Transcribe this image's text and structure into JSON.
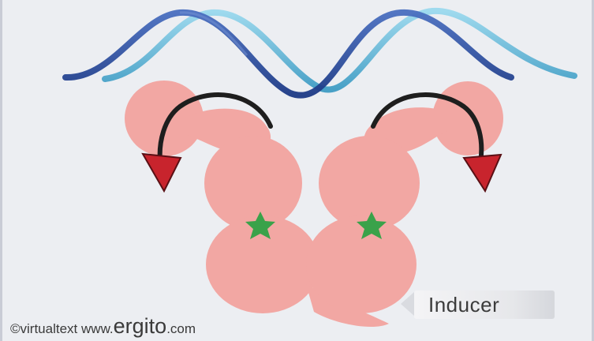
{
  "labels": {
    "inducer": "Inducer"
  },
  "credit": {
    "copyright": "©virtualtext",
    "site_prefix": "www.",
    "site_name": "ergito",
    "site_suffix": ".com"
  },
  "colors": {
    "background": "#eceef2",
    "protein": "#f2a7a3",
    "dna_strand_dark": "#2e4f9e",
    "dna_strand_light": "#63b6d6",
    "arrow": "#1e1e1e",
    "arrowhead": "#c8242d",
    "inducer_star": "#3aa24a"
  },
  "icons": [
    "green-star-icon",
    "curved-arrow-icon"
  ]
}
